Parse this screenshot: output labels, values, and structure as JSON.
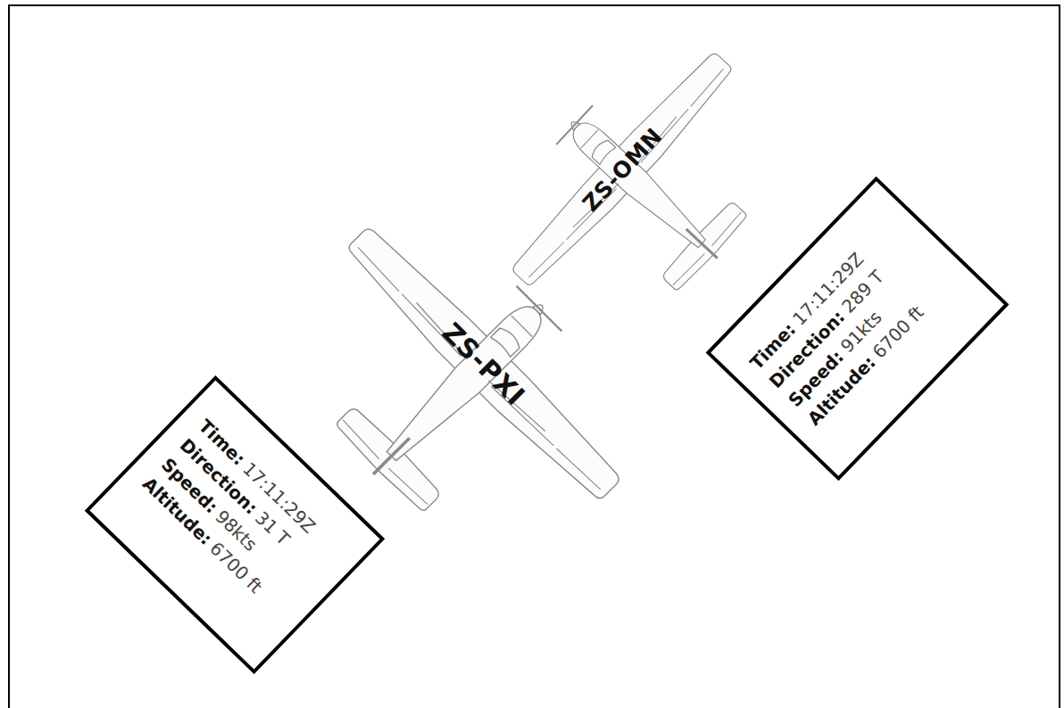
{
  "diagram": {
    "nodes": [
      {
        "text": [
          "ZS-OMN"
        ]
      },
      {
        "text": [
          "Time:",
          "17:11:29Z",
          "Direction:",
          "289 T",
          "Speed:",
          "91kts",
          "Altitude:",
          "6700 ft"
        ]
      },
      {
        "text": [
          "ZS-PXI"
        ]
      },
      {
        "text": [
          "Time:",
          "17:11:29Z",
          "Direction:",
          "31 T",
          "Speed:",
          "98kts",
          "Altitude:",
          "6700 ft"
        ]
      }
    ]
  }
}
